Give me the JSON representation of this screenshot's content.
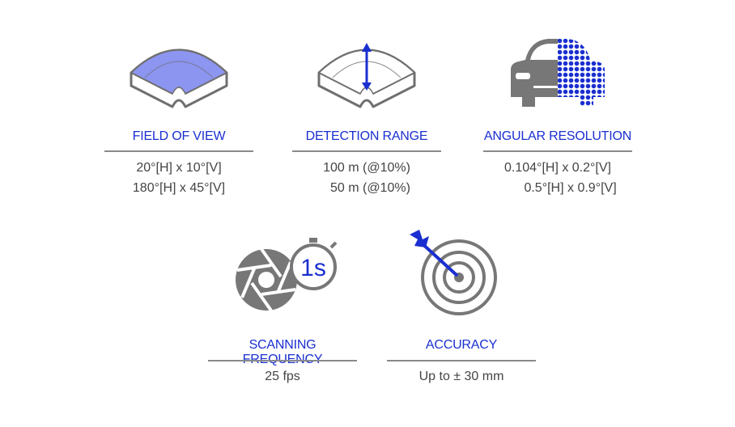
{
  "specs": {
    "field_of_view": {
      "title": "FIELD OF VIEW",
      "line1": "20°[H] x 10°[V]",
      "line2": "180°[H] x 45°[V]"
    },
    "detection_range": {
      "title": "DETECTION RANGE",
      "line1": "100 m (@10%)",
      "line2": "  50 m (@10%)"
    },
    "angular_resolution": {
      "title": "ANGULAR RESOLUTION",
      "line1": "0.104°[H] x 0.2°[V]",
      "line2": "       0.5°[H] x 0.9°[V]"
    },
    "scanning_frequency": {
      "title": "SCANNING FREQUENCY",
      "line1": "25 fps",
      "icon_text": "1s"
    },
    "accuracy": {
      "title": "ACCURACY",
      "line1": "Up to ± 30 mm"
    }
  },
  "icons": {
    "field_of_view": "field-of-view-icon",
    "detection_range": "detection-range-icon",
    "angular_resolution": "car-point-cloud-icon",
    "scanning_frequency": "shutter-stopwatch-icon",
    "accuracy": "target-dart-icon"
  },
  "colors": {
    "accent": "#1a2fd0",
    "highlight_fill": "#8c95f0",
    "icon_gray": "#777777",
    "text": "#444444",
    "rule": "#8a8a8a"
  }
}
